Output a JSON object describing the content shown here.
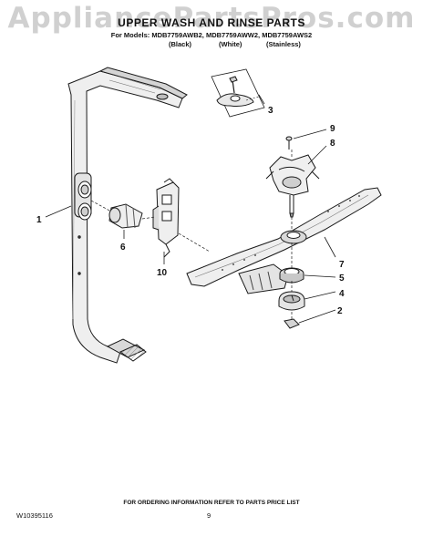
{
  "watermark": "AppliancePartsPros.com",
  "header": {
    "title": "UPPER WASH AND RINSE PARTS",
    "models_line": "For Models: MDB7759AWB2, MDB7759AWW2, MDB7759AWS2",
    "variants": [
      "(Black)",
      "(White)",
      "(Stainless)"
    ]
  },
  "callouts": [
    "1",
    "2",
    "3",
    "4",
    "5",
    "6",
    "7",
    "8",
    "9",
    "10"
  ],
  "footer": {
    "note": "FOR ORDERING INFORMATION REFER TO PARTS PRICE LIST",
    "doc_number": "W10395116",
    "page_number": "9"
  },
  "colors": {
    "ink": "#1a1a1a",
    "part_fill": "#efefef",
    "part_shade": "#c8c8c8"
  }
}
